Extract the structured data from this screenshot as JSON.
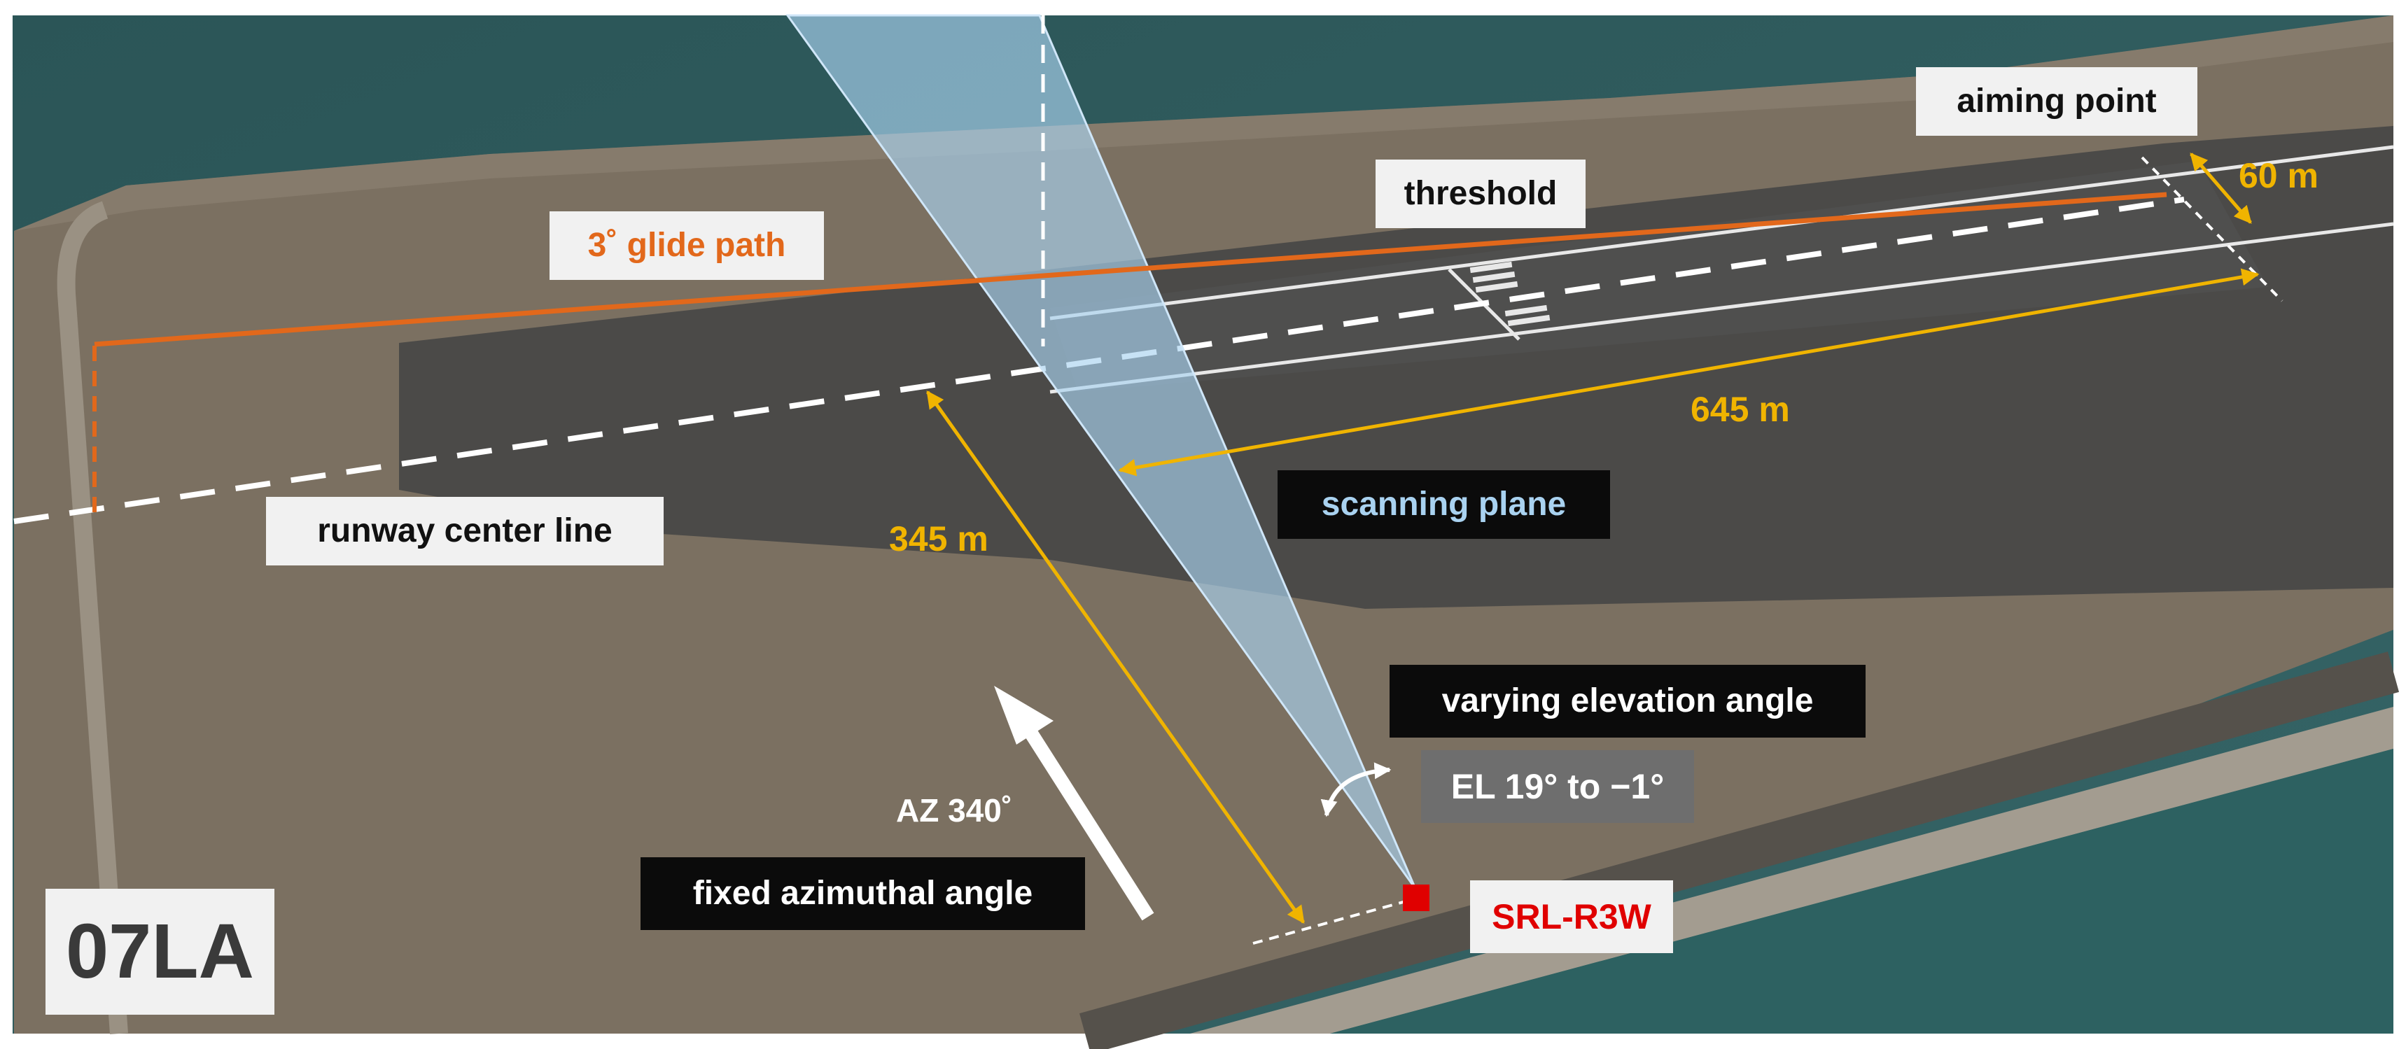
{
  "station_code": "07LA",
  "labels": {
    "aiming_point": "aiming point",
    "distance_60": "60 m",
    "threshold": "threshold",
    "glide_path": "3˚ glide path",
    "distance_645": "645 m",
    "scanning_plane": "scanning plane",
    "runway_center_line": "runway center line",
    "distance_345": "345 m",
    "varying_elevation": "varying elevation angle",
    "elevation_range": "EL 19° to −1°",
    "azimuth": "AZ 340˚",
    "fixed_azimuth": "fixed azimuthal angle",
    "instrument": "SRL-R3W"
  },
  "colors": {
    "glide_path": "#e2681b",
    "distance_markers": "#f0b400",
    "scanning_plane": "#a9d2f0",
    "instrument_marker": "#e00000",
    "instrument_text": "#e00000",
    "sea": "#2f5b5e",
    "land": "#7b7060",
    "runway": "#4a4a4a"
  },
  "icons": {
    "azimuth_arrow": "up-left-arrow-icon",
    "elevation_arrow": "curved-double-arrow-icon",
    "instrument": "red-square-marker"
  }
}
